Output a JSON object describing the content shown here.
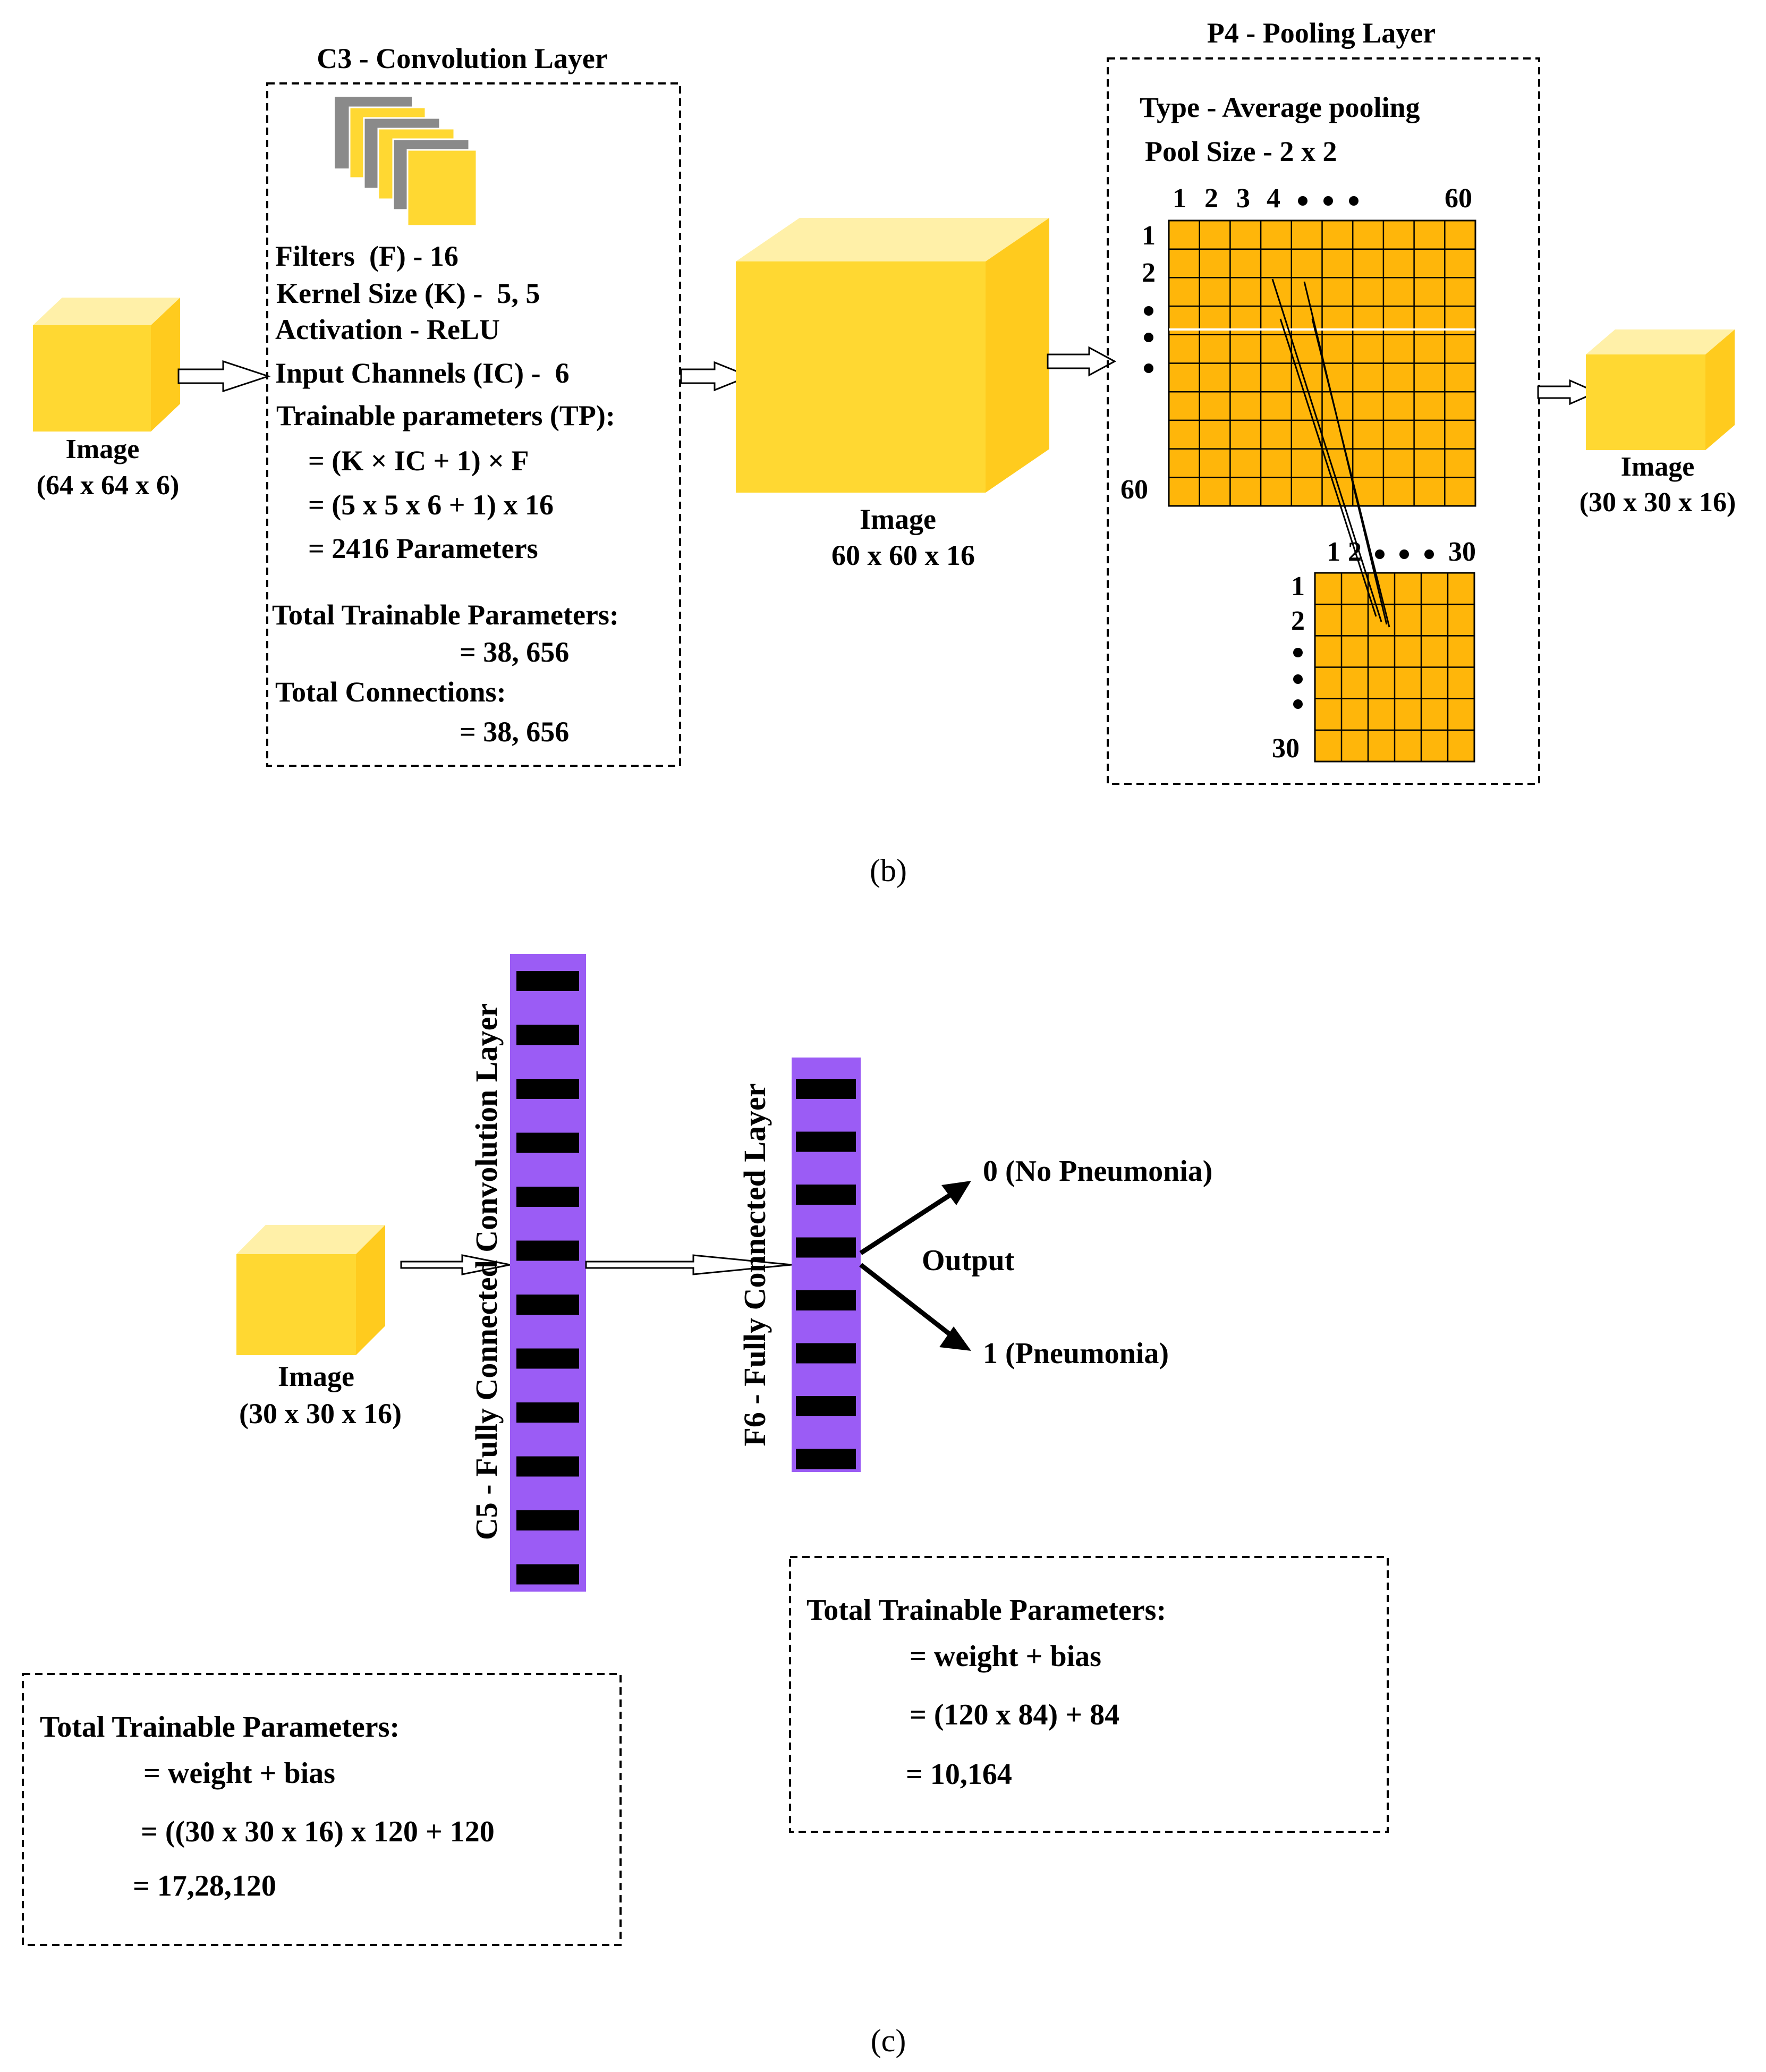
{
  "panel_b": {
    "caption": "(b)",
    "input_image": {
      "label": "Image",
      "dims": "(64 x 64 x 6)"
    },
    "conv_layer": {
      "title": "C3 - Convolution Layer",
      "lines": [
        "Filters  (F) - 16",
        "Kernel Size (K) -  5, 5",
        "Activation - ReLU",
        "Input Channels (IC) -  6",
        "Trainable parameters (TP):",
        "= (K × IC + 1) × F",
        "= (5 x 5 x 6 + 1) x 16",
        "= 2416 Parameters",
        "Total Trainable Parameters:",
        "= 38, 656",
        "Total Connections:",
        "= 38, 656"
      ]
    },
    "middle_image": {
      "label": "Image",
      "dims": "60 x 60 x 16"
    },
    "pool_layer": {
      "title": "P4 - Pooling Layer",
      "type_line": "Type - Average pooling",
      "pool_size_line": "Pool Size - 2 x 2",
      "big_grid": {
        "col_labels": [
          "1",
          "2",
          "3",
          "4"
        ],
        "col_last": "60",
        "row_labels": [
          "1",
          "2"
        ],
        "row_last": "60",
        "cells": 10
      },
      "small_grid": {
        "col_labels": [
          "1",
          "2"
        ],
        "col_last": "30",
        "row_labels": [
          "1",
          "2"
        ],
        "row_last": "30",
        "cells": 6
      }
    },
    "output_image": {
      "label": "Image",
      "dims": "(30 x 30 x 16)"
    }
  },
  "panel_c": {
    "caption": "(c)",
    "input_image": {
      "label": "Image",
      "dims": "(30 x 30 x 16)"
    },
    "c5_label": "C5 - Fully Connected Convolution Layer",
    "f6_label": "F6 - Fully Connected Layer",
    "output_label": "Output",
    "outputs": [
      "0 (No Pneumonia)",
      "1 (Pneumonia)"
    ],
    "c5_params": {
      "lines": [
        "Total Trainable Parameters:",
        "= weight + bias",
        "= ((30 x 30 x 16) x 120 + 120",
        "= 17,28,120"
      ]
    },
    "f6_params": {
      "lines": [
        "Total Trainable Parameters:",
        "= weight + bias",
        "= (120 x 84) + 84",
        "= 10,164"
      ]
    }
  },
  "colors": {
    "cube_front": "#FFD832",
    "cube_top": "#FFF0A8",
    "cube_side": "#FFCB1E",
    "grid_fill": "#FFB60A",
    "layer_purple": "#9B5CF5",
    "layer_bar": "#000000",
    "filter_grey": "#8A8A8A"
  }
}
